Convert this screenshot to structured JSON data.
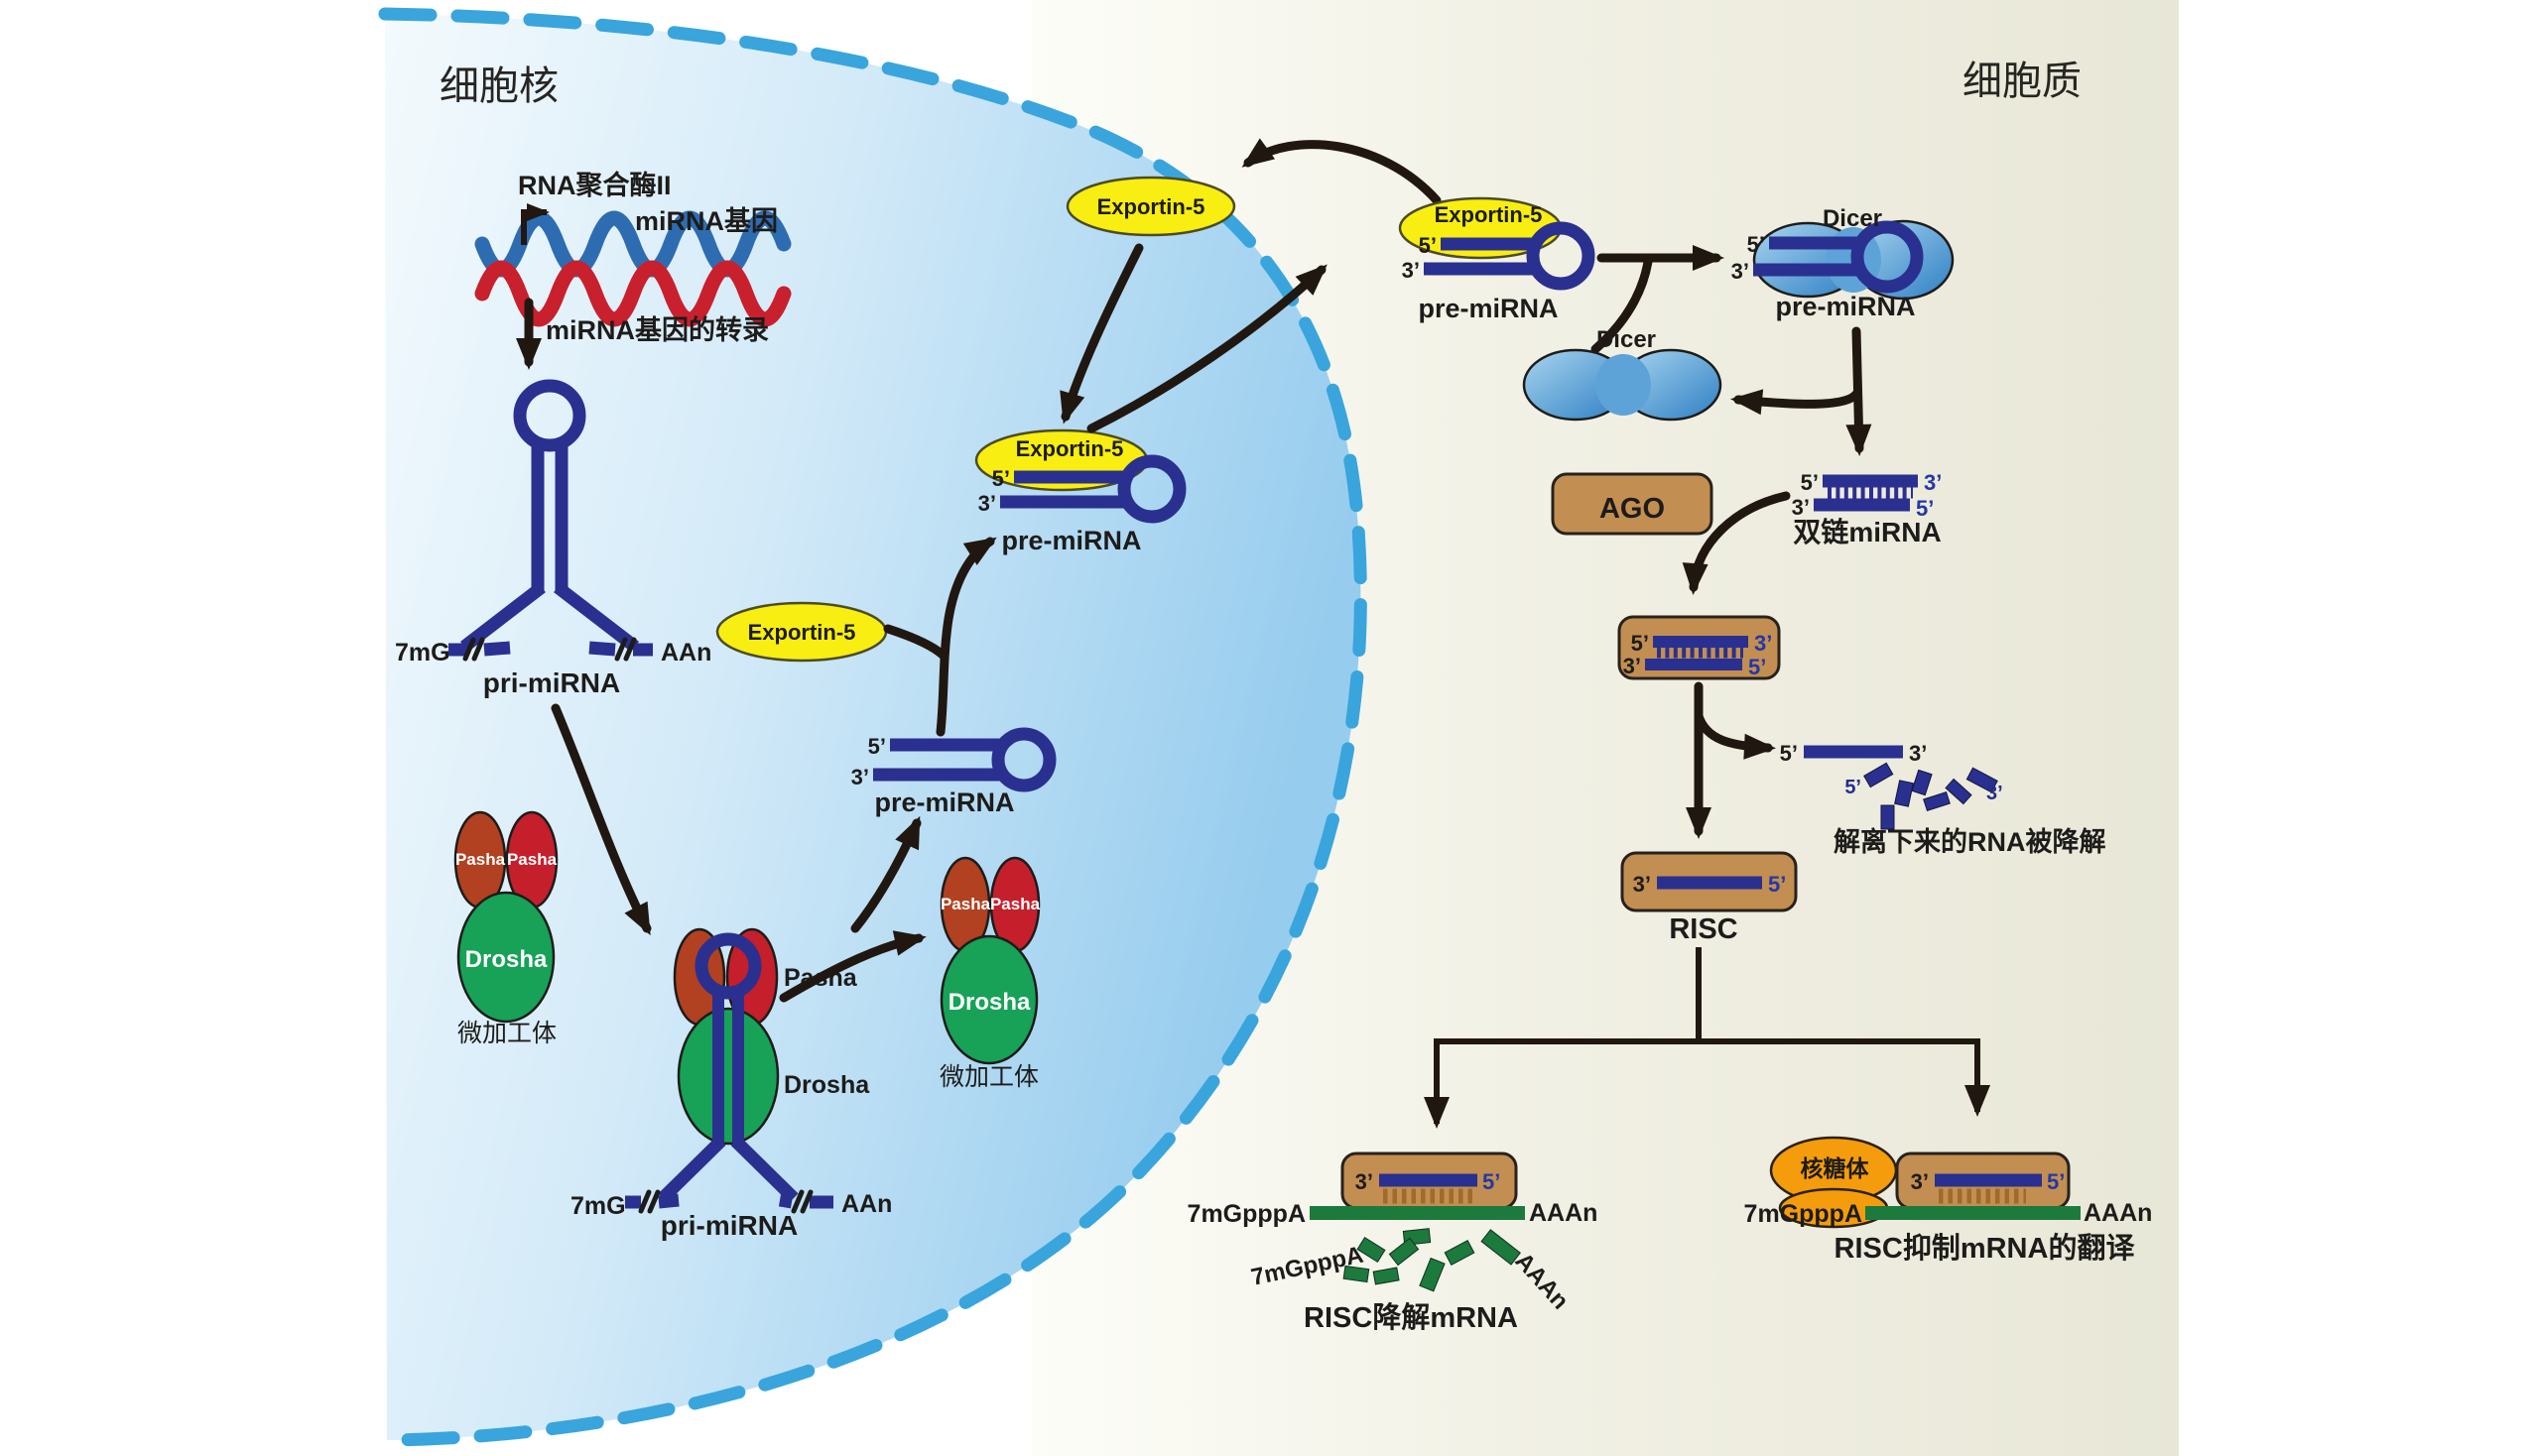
{
  "regions": {
    "nucleus": "细胞核",
    "cytoplasm": "细胞质"
  },
  "nucleus_flow": {
    "rna_polymerase": "RNA聚合酶II",
    "mirna_gene": "miRNA基因",
    "transcription": "miRNA基因的转录",
    "pri_mirna": "pri-miRNA",
    "cap": "7mG",
    "poly_a": "AAn",
    "pre_mirna": "pre-miRNA",
    "exportin5": "Exportin-5",
    "pasha": "Pasha",
    "drosha": "Drosha",
    "microprocessor": "微加工体"
  },
  "cytoplasm_flow": {
    "dicer": "Dicer",
    "pre_mirna": "pre-miRNA",
    "ago": "AGO",
    "duplex_mirna": "双链miRNA",
    "risc": "RISC",
    "released_rna_degraded": "解离下来的RNA被降解",
    "risc_degrades_mrna": "RISC降解mRNA",
    "risc_inhibits_translation": "RISC抑制mRNA的翻译",
    "ribosome": "核糖体",
    "cap": "7mGpppA",
    "poly_a": "AAAn"
  },
  "ends": {
    "five": "5’",
    "three": "3’"
  },
  "colors": {
    "membrane": "#39a5dc",
    "nucleus_fill_light": "#eef7fd",
    "nucleus_fill_deep": "#96ccee",
    "cytoplasm_beige": "#e9e8d8",
    "rna_strand_navy": "#2a3090",
    "exportin_yellow": "#f8ee12",
    "dicer_blue": "#2e7fc4",
    "ago_risc_brown": "#c38e51",
    "mrna_green": "#1b7a3c",
    "ribosome_orange": "#f59c0c",
    "pasha_brick": "#b14120",
    "pasha_red": "#c51f2c",
    "drosha_green": "#17a257",
    "helix_red": "#c8202d",
    "helix_blue": "#2e6cb2"
  }
}
